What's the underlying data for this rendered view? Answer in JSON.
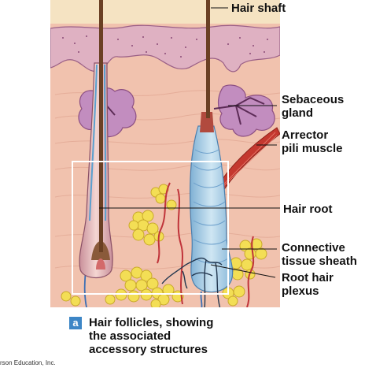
{
  "labels": {
    "hair_shaft": "Hair shaft",
    "sebaceous_gland": [
      "Sebaceous",
      "gland"
    ],
    "arrector_pili": [
      "Arrector",
      "pili muscle"
    ],
    "hair_root": "Hair root",
    "connective_tissue_sheath": [
      "Connective",
      "tissue sheath"
    ],
    "root_hair_plexus": [
      "Root hair",
      "plexus"
    ]
  },
  "caption": {
    "badge": "a",
    "lines": [
      "Hair follicles, showing",
      "the associated",
      "accessory structures"
    ]
  },
  "copyright": "rson Education, Inc.",
  "colors": {
    "dermis": "#f1c2ae",
    "epidermis": "#dfb1c2",
    "gland": "#c28dbf",
    "fat": "#f3de55",
    "sheath": "#9ec7df",
    "muscle": "#c4382f",
    "badge": "#3d86c6"
  }
}
